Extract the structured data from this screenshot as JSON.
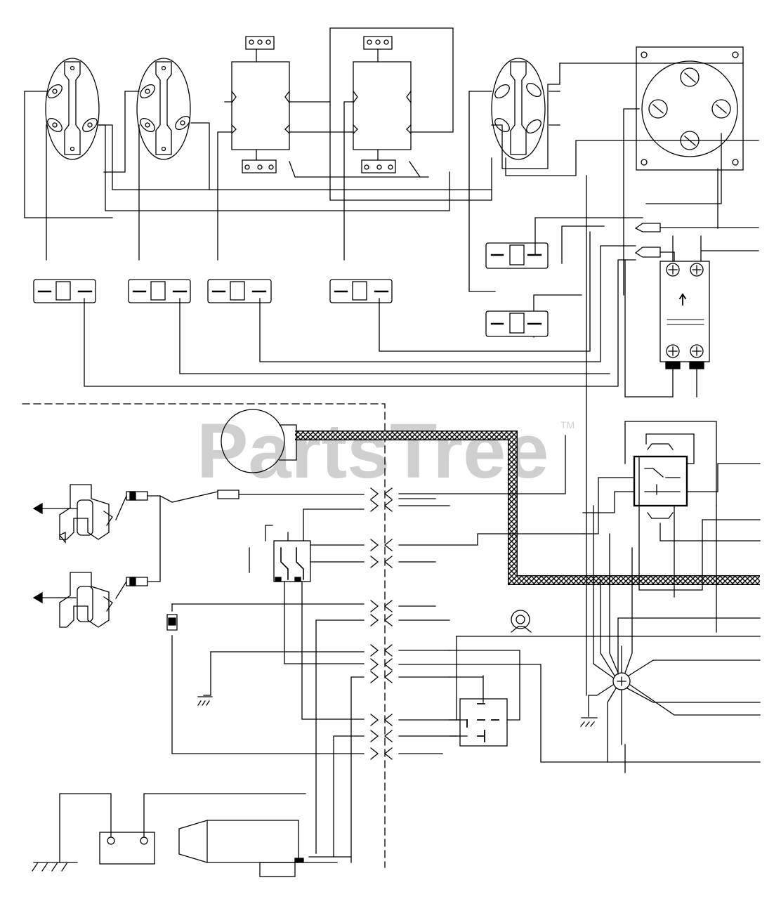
{
  "watermark": {
    "text": "PartsTree",
    "trademark": "TM",
    "color": "#c8c8c8"
  },
  "diagram": {
    "kind": "wiring-schematic",
    "line_color": "#000000",
    "harness_fill": "hatched"
  }
}
